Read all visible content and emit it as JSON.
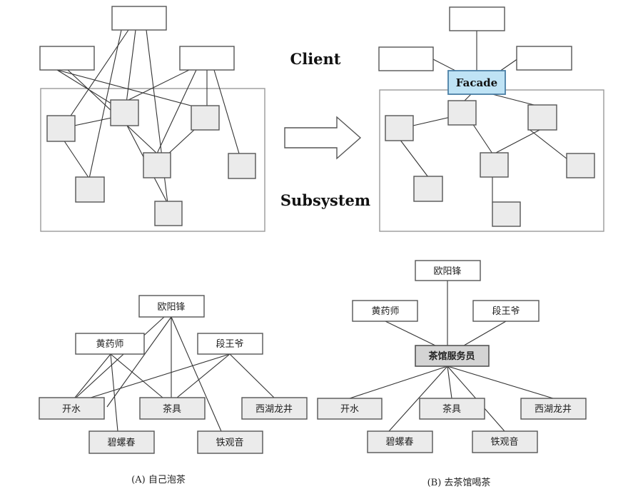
{
  "top": {
    "client_label": "Client",
    "subsystem_label": "Subsystem",
    "facade_label": "Facade"
  },
  "bottom_left": {
    "nodes": {
      "ouyang": "欧阳锋",
      "huang": "黄药师",
      "duan": "段王爷",
      "water": "开水",
      "teaset": "茶具",
      "longjing": "西湖龙井",
      "biluo": "碧螺春",
      "tieguan": "铁观音"
    },
    "caption": "(A) 自己泡茶"
  },
  "bottom_right": {
    "nodes": {
      "ouyang": "欧阳锋",
      "huang": "黄药师",
      "duan": "段王爷",
      "waiter": "茶馆服务员",
      "water": "开水",
      "teaset": "茶具",
      "longjing": "西湖龙井",
      "biluo": "碧螺春",
      "tieguan": "铁观音"
    },
    "caption": "(B) 去茶馆喝茶"
  }
}
